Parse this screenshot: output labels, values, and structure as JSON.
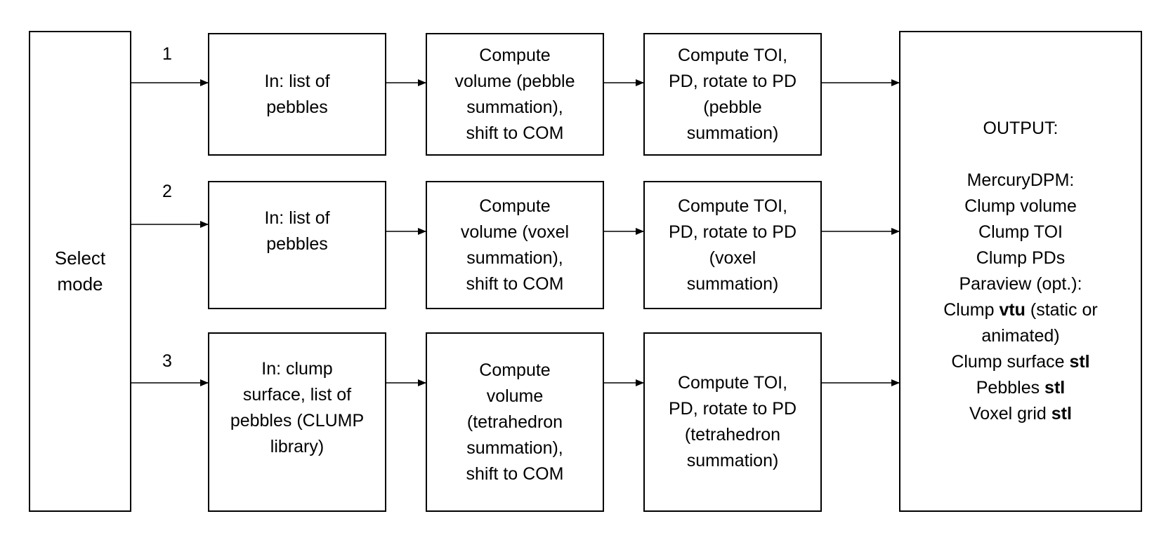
{
  "select_mode": "Select\nmode",
  "paths": [
    {
      "number": "1",
      "input": "In: list of\npebbles",
      "volume": "Compute\nvolume (pebble\nsummation),\nshift to COM",
      "toi": "Compute TOI,\nPD, rotate to PD\n(pebble\nsummation)"
    },
    {
      "number": "2",
      "input": "In: list of\npebbles",
      "volume": "Compute\nvolume (voxel\nsummation),\nshift to COM",
      "toi": "Compute TOI,\nPD, rotate to PD\n(voxel\nsummation)"
    },
    {
      "number": "3",
      "input": "In: clump\nsurface, list of\npebbles (CLUMP\nlibrary)",
      "volume": "Compute\nvolume\n(tetrahedron\nsummation),\nshift to COM",
      "toi": "Compute TOI,\nPD, rotate to PD\n(tetrahedron\nsummation)"
    }
  ],
  "output": {
    "heading": "OUTPUT:",
    "mercury_heading": "MercuryDPM:",
    "mercury_items": [
      "Clump volume",
      "Clump TOI",
      "Clump PDs"
    ],
    "paraview_heading": "Paraview (opt.):",
    "vtu_prefix": "Clump ",
    "vtu_bold": "vtu",
    "vtu_suffix": " (static or",
    "vtu_suffix2": "animated)",
    "stl_items": [
      {
        "prefix": "Clump surface ",
        "bold": "stl"
      },
      {
        "prefix": "Pebbles ",
        "bold": "stl"
      },
      {
        "prefix": "Voxel grid ",
        "bold": "stl"
      }
    ]
  }
}
